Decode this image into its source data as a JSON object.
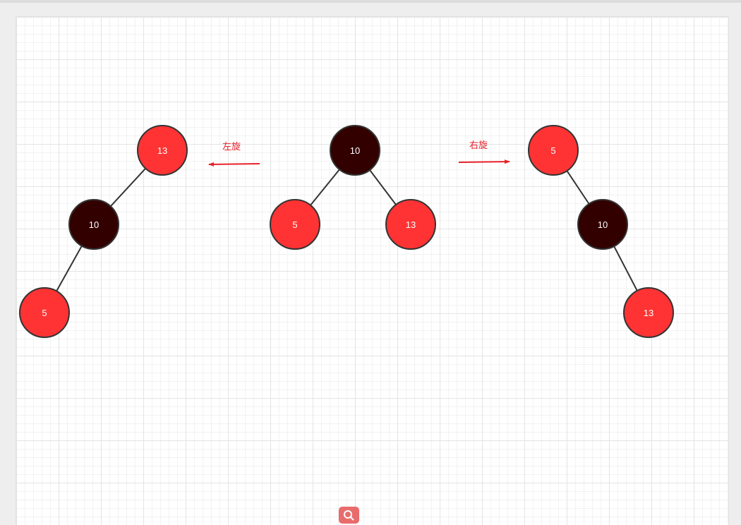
{
  "colors": {
    "red_node": "#ff3333",
    "black_node": "#330000",
    "node_stroke": "#333333",
    "edge": "#333333",
    "arrow": "#e8212a",
    "label_text": "#ffffff"
  },
  "diagram": {
    "rotate_left": {
      "label": "左旋"
    },
    "rotate_right": {
      "label": "右旋"
    },
    "trees": [
      {
        "name": "left-rotated-tree",
        "nodes": [
          {
            "id": "l13",
            "value": "13",
            "color": "red"
          },
          {
            "id": "l10",
            "value": "10",
            "color": "black"
          },
          {
            "id": "l5",
            "value": "5",
            "color": "red"
          }
        ],
        "edges": [
          [
            "l13",
            "l10"
          ],
          [
            "l10",
            "l5"
          ]
        ]
      },
      {
        "name": "original-tree",
        "nodes": [
          {
            "id": "c10",
            "value": "10",
            "color": "black"
          },
          {
            "id": "c5",
            "value": "5",
            "color": "red"
          },
          {
            "id": "c13",
            "value": "13",
            "color": "red"
          }
        ],
        "edges": [
          [
            "c10",
            "c5"
          ],
          [
            "c10",
            "c13"
          ]
        ]
      },
      {
        "name": "right-rotated-tree",
        "nodes": [
          {
            "id": "r5",
            "value": "5",
            "color": "red"
          },
          {
            "id": "r10",
            "value": "10",
            "color": "black"
          },
          {
            "id": "r13",
            "value": "13",
            "color": "red"
          }
        ],
        "edges": [
          [
            "r5",
            "r10"
          ],
          [
            "r10",
            "r13"
          ]
        ]
      }
    ]
  },
  "toolbar": {
    "find_icon": "search-icon"
  }
}
